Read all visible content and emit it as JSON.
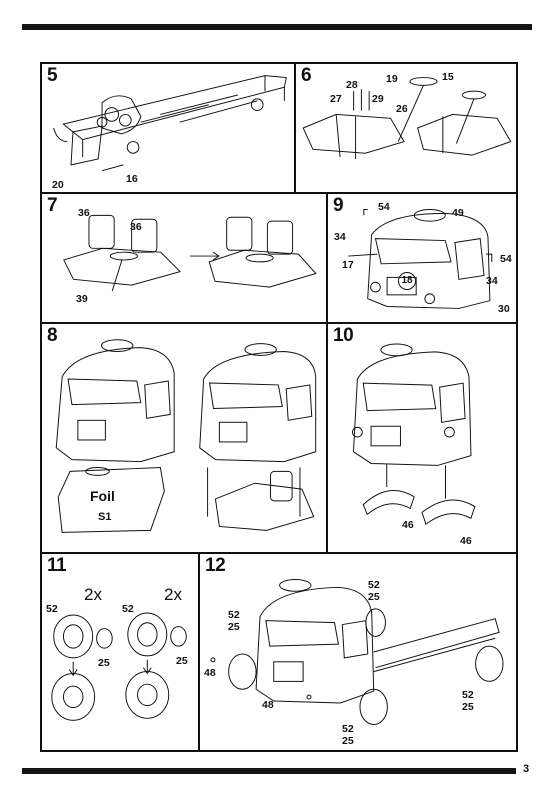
{
  "page": {
    "number": "3"
  },
  "steps": [
    {
      "id": "5",
      "labels": [
        "20",
        "16"
      ]
    },
    {
      "id": "6",
      "labels": [
        "28",
        "27",
        "29",
        "19",
        "15",
        "26"
      ]
    },
    {
      "id": "7",
      "labels": [
        "36",
        "36",
        "39"
      ]
    },
    {
      "id": "9",
      "labels": [
        "54",
        "49",
        "34",
        "17",
        "18",
        "34",
        "54",
        "30"
      ]
    },
    {
      "id": "8",
      "labels": [
        "Foil",
        "S1"
      ]
    },
    {
      "id": "10",
      "labels": [
        "46",
        "46"
      ]
    },
    {
      "id": "11",
      "labels": [
        "2x",
        "2x",
        "52",
        "52",
        "25",
        "25"
      ]
    },
    {
      "id": "12",
      "labels": [
        "52",
        "25",
        "52",
        "25",
        "48",
        "48",
        "52",
        "25",
        "52",
        "25"
      ]
    }
  ]
}
